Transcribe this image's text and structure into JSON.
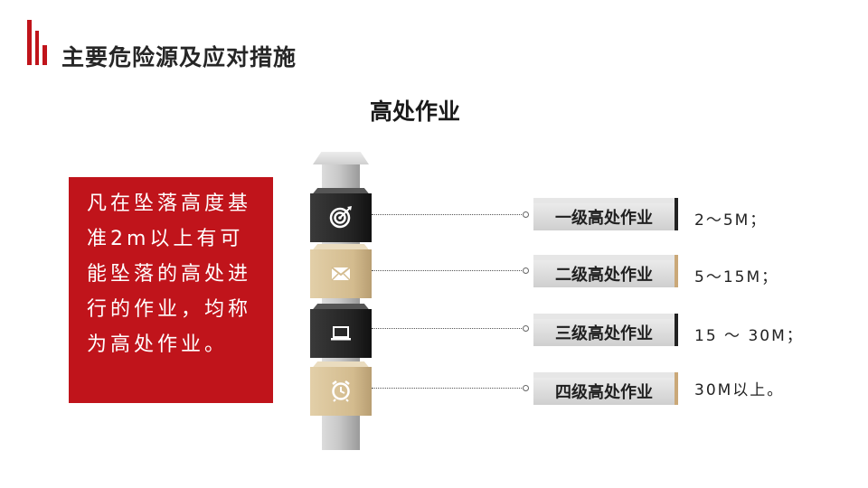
{
  "header": {
    "title": "主要危险源及应对措施"
  },
  "section": {
    "title": "高处作业"
  },
  "description": {
    "text": "凡在坠落高度基准2m以上有可能坠落的高处进行的作业，均称为高处作业。"
  },
  "levels": [
    {
      "label": "一级高处作业",
      "range": "2～5M；",
      "icon": "target-icon"
    },
    {
      "label": "二级高处作业",
      "range": "5～15M；",
      "icon": "envelope-icon"
    },
    {
      "label": "三级高处作业",
      "range": "15 ～ 30M；",
      "icon": "laptop-icon"
    },
    {
      "label": "四级高处作业",
      "range": "30M以上。",
      "icon": "alarm-clock-icon"
    }
  ],
  "colors": {
    "accent": "#c0141b",
    "dark_block": "#2a2a2a",
    "tan_block": "#d3bb8e"
  }
}
